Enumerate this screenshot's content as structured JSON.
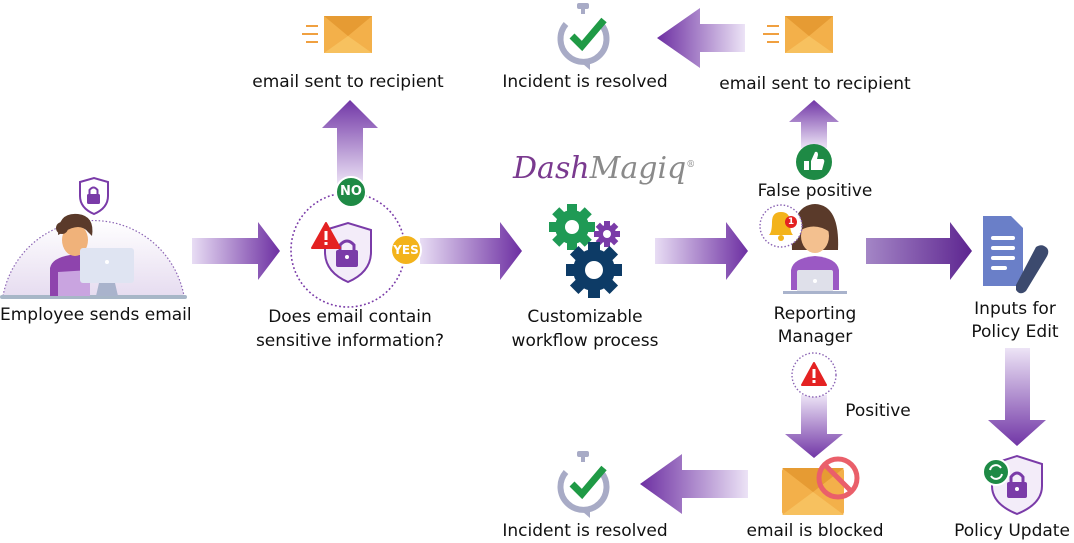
{
  "diagram": {
    "brand": {
      "name_part1": "Dash",
      "name_part2": "Magiq",
      "registered": "®"
    },
    "nodes": {
      "employee": {
        "label": "Employee sends email"
      },
      "check": {
        "label_line1": "Does email contain",
        "label_line2": "sensitive information?",
        "no_badge": "NO",
        "yes_badge": "YES"
      },
      "sent_top_left": {
        "label": "email sent to recipient"
      },
      "workflow": {
        "label_line1": "Customizable",
        "label_line2": "workflow process"
      },
      "manager": {
        "label_line1": "Reporting",
        "label_line2": "Manager",
        "notification_count": "1"
      },
      "false_positive": {
        "label": "False positive"
      },
      "sent_top_right": {
        "label": "email sent to recipient"
      },
      "resolved_top": {
        "label": "Incident is resolved"
      },
      "policy_inputs": {
        "label_line1": "Inputs for",
        "label_line2": "Policy Edit"
      },
      "positive": {
        "label": "Positive"
      },
      "blocked": {
        "label": "email is blocked"
      },
      "resolved_bottom": {
        "label": "Incident is resolved"
      },
      "policy_update": {
        "label": "Policy Update"
      }
    },
    "edges": [
      {
        "from": "Employee sends email",
        "to": "Does email contain sensitive information?"
      },
      {
        "from": "Does email contain sensitive information?",
        "to": "email sent to recipient",
        "condition": "NO"
      },
      {
        "from": "Does email contain sensitive information?",
        "to": "Customizable workflow process",
        "condition": "YES"
      },
      {
        "from": "Customizable workflow process",
        "to": "Reporting Manager"
      },
      {
        "from": "Reporting Manager",
        "to": "email sent to recipient",
        "condition": "False positive"
      },
      {
        "from": "email sent to recipient",
        "to": "Incident is resolved"
      },
      {
        "from": "Reporting Manager",
        "to": "Inputs for Policy Edit"
      },
      {
        "from": "Inputs for Policy Edit",
        "to": "Policy Update"
      },
      {
        "from": "Reporting Manager",
        "to": "email is blocked",
        "condition": "Positive"
      },
      {
        "from": "email is blocked",
        "to": "Incident is resolved"
      }
    ],
    "colors": {
      "arrow_dark": "#6a2fa0",
      "arrow_light": "#e4d6f2",
      "brand_purple": "#7a3a8f",
      "brand_gray": "#8a8a8a",
      "no_badge": "#1e8a45",
      "yes_badge": "#f3b31b",
      "envelope": "#f3b04a",
      "check_green": "#1f9a45",
      "warning_red": "#e42222"
    }
  }
}
